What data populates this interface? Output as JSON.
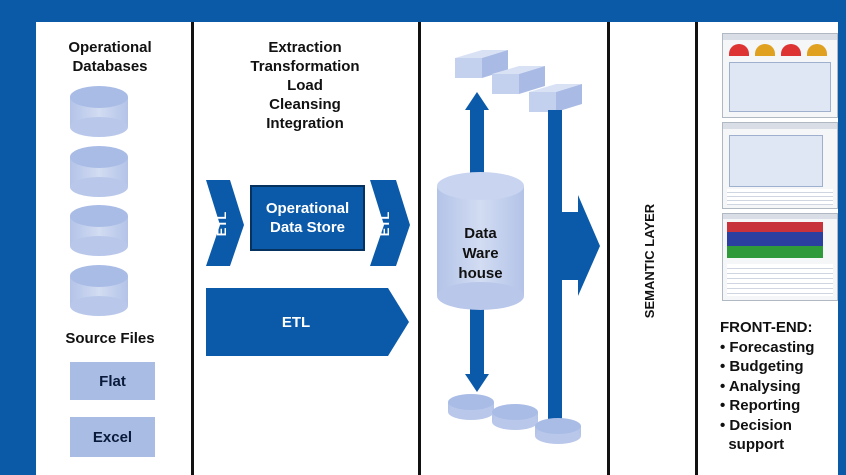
{
  "colors": {
    "frame": "#0a5aa8",
    "accent": "#0b5aa9",
    "light": "#a8bce4",
    "cylinder": "#c6d2ee"
  },
  "sources": {
    "title_line1": "Operational",
    "title_line2": "Databases",
    "files_title": "Source Files",
    "files": [
      "Flat",
      "Excel"
    ]
  },
  "etl_stage": {
    "heading": [
      "Extraction",
      "Transformation",
      "Load",
      "Cleansing",
      "Integration"
    ],
    "arrow_label": "ETL",
    "ods_line1": "Operational",
    "ods_line2": "Data Store"
  },
  "warehouse": {
    "line1": "Data",
    "line2": "Ware",
    "line3": "house"
  },
  "semantic_layer": "SEMANTIC LAYER",
  "front_end": {
    "title": "FRONT-END:",
    "items": [
      "Forecasting",
      "Budgeting",
      "Analysing",
      "Reporting",
      "Decision"
    ],
    "last_line": "support"
  }
}
